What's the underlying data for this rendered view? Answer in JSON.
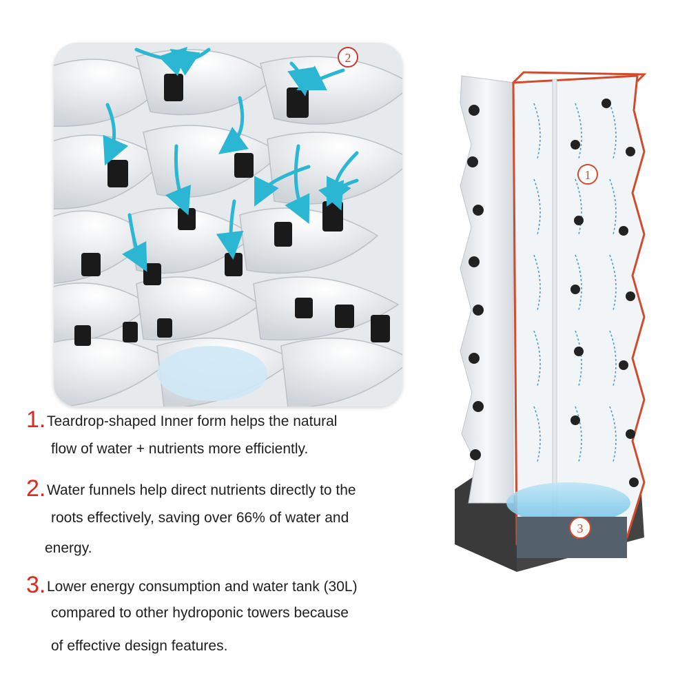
{
  "callouts": {
    "one": "1",
    "two": "2",
    "three": "3"
  },
  "features": [
    {
      "number": "1.",
      "lines": [
        "Teardrop-shaped Inner form helps the natural",
        "flow of water + nutrients more efficiently."
      ]
    },
    {
      "number": "2.",
      "lines": [
        "Water funnels help direct nutrients directly to the",
        "roots effectively, saving over 66% of water and",
        "energy."
      ]
    },
    {
      "number": "3.",
      "lines": [
        "Lower energy consumption and water tank (30L)",
        "compared to other hydroponic towers because",
        "of effective design features."
      ]
    }
  ],
  "colors": {
    "accent_red": "#e0261d",
    "water_arrow": "#2bb6d3",
    "tank": "#3a3a3a"
  }
}
